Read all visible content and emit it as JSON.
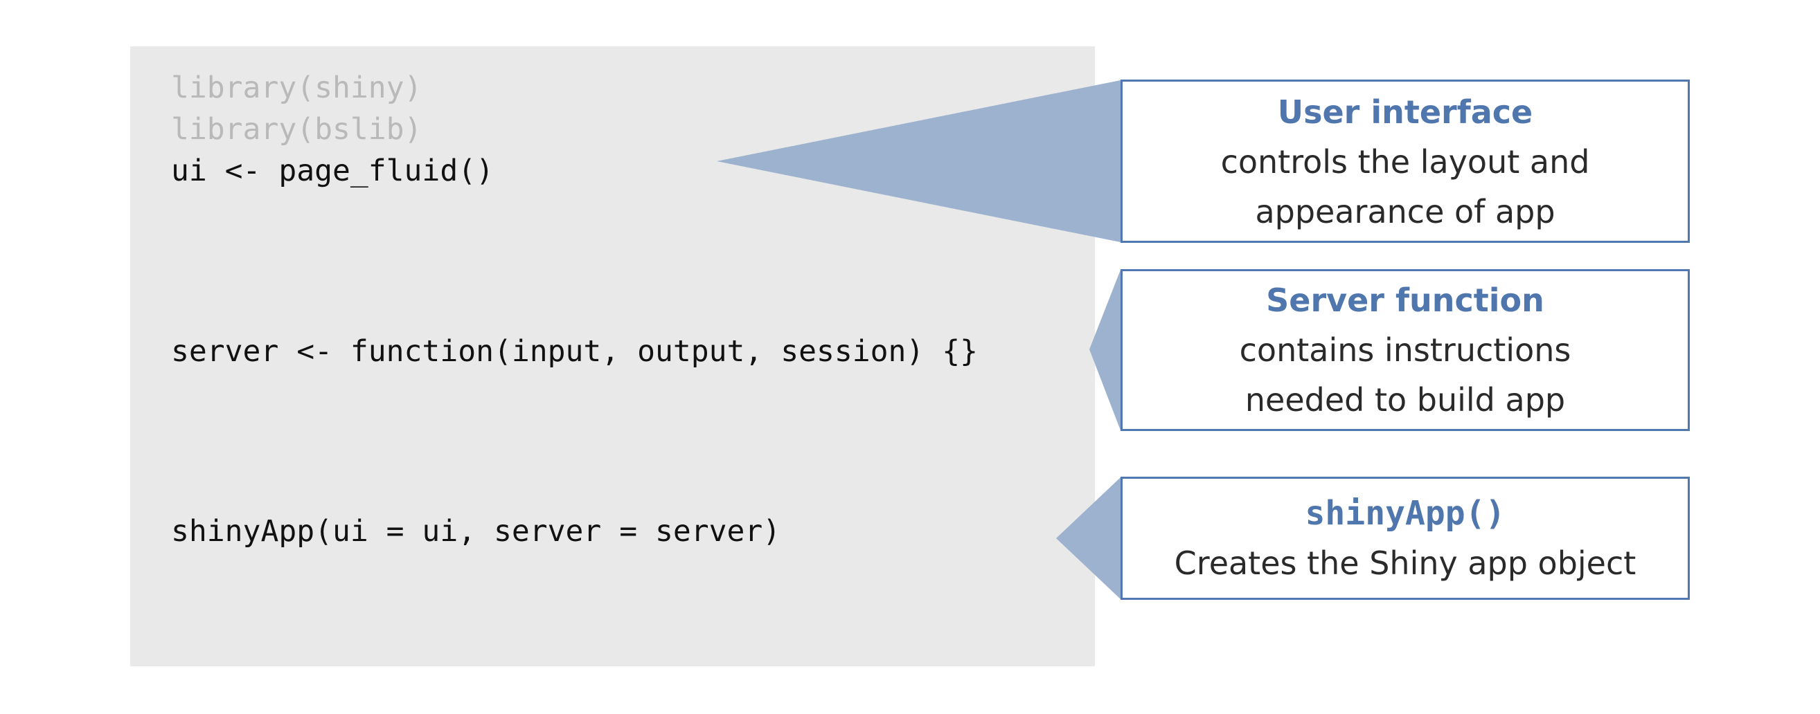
{
  "code": {
    "lines": {
      "lib_shiny": "library(shiny)",
      "lib_bslib": "library(bslib)",
      "ui": "ui <- page_fluid()",
      "server": "server <- function(input, output, session) {}",
      "app": "shinyApp(ui = ui, server = server)"
    }
  },
  "callouts": {
    "ui": {
      "title": "User interface",
      "line1": "controls the layout and",
      "line2": "appearance of app"
    },
    "server": {
      "title": "Server function",
      "line1": "contains instructions",
      "line2": "needed to build app"
    },
    "app": {
      "title": "shinyApp()",
      "line1": "Creates the Shiny app object"
    }
  },
  "colors": {
    "accent": "#5077b0",
    "connector": "#9cb2ce",
    "panel": "#e9e9e9",
    "dim_code": "#b9b9b9"
  }
}
